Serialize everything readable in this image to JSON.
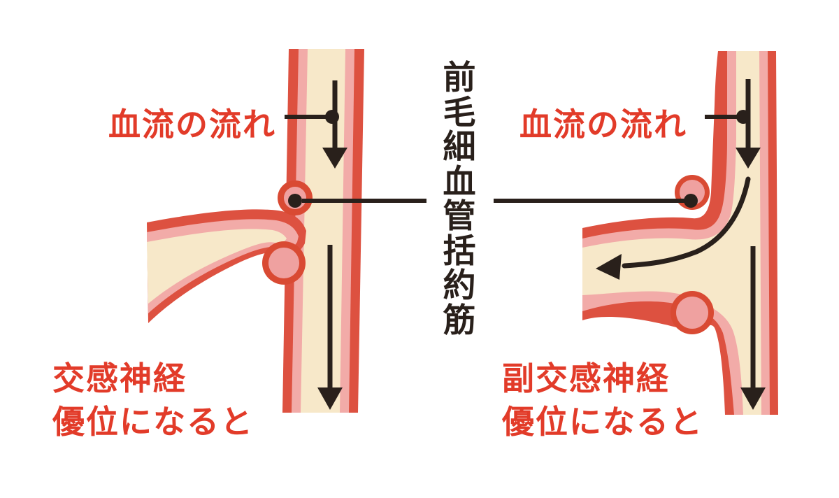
{
  "figure": {
    "description_language": "ja",
    "labels": {
      "left_flow": "血流の流れ",
      "right_flow": "血流の流れ",
      "center_vertical": "前毛細血管括約筋",
      "left_caption_line1": "交感神経",
      "left_caption_line2": "優位になると",
      "right_caption_line1": "副交感神経",
      "right_caption_line2": "優位になると"
    },
    "left_panel_meaning": "sphincter closed, blood bypasses capillary branch",
    "right_panel_meaning": "sphincter open, blood flows into capillary branch"
  },
  "colors": {
    "wall_red": "#dd5140",
    "lining_pink": "#f2aba8",
    "lumen_cream": "#f7e8c9",
    "sphincter_ring": "#d94a33",
    "sphincter_fill": "#efa1a0",
    "ink": "#29201b",
    "label_red": "#e23b29",
    "background": "#ffffff"
  }
}
